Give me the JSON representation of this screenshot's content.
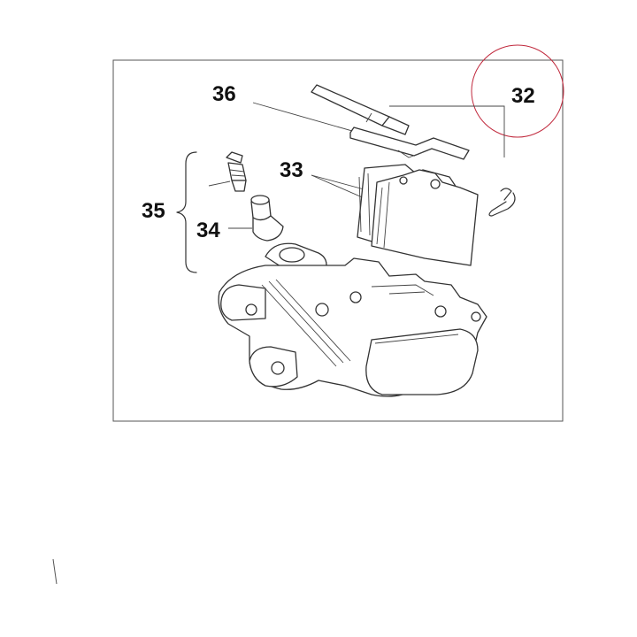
{
  "callouts": {
    "c32": "32",
    "c33": "33",
    "c34": "34",
    "c35": "35",
    "c36": "36"
  },
  "colors": {
    "frame": "#555555",
    "highlight_circle": "#c0283c",
    "linework": "#333333"
  }
}
